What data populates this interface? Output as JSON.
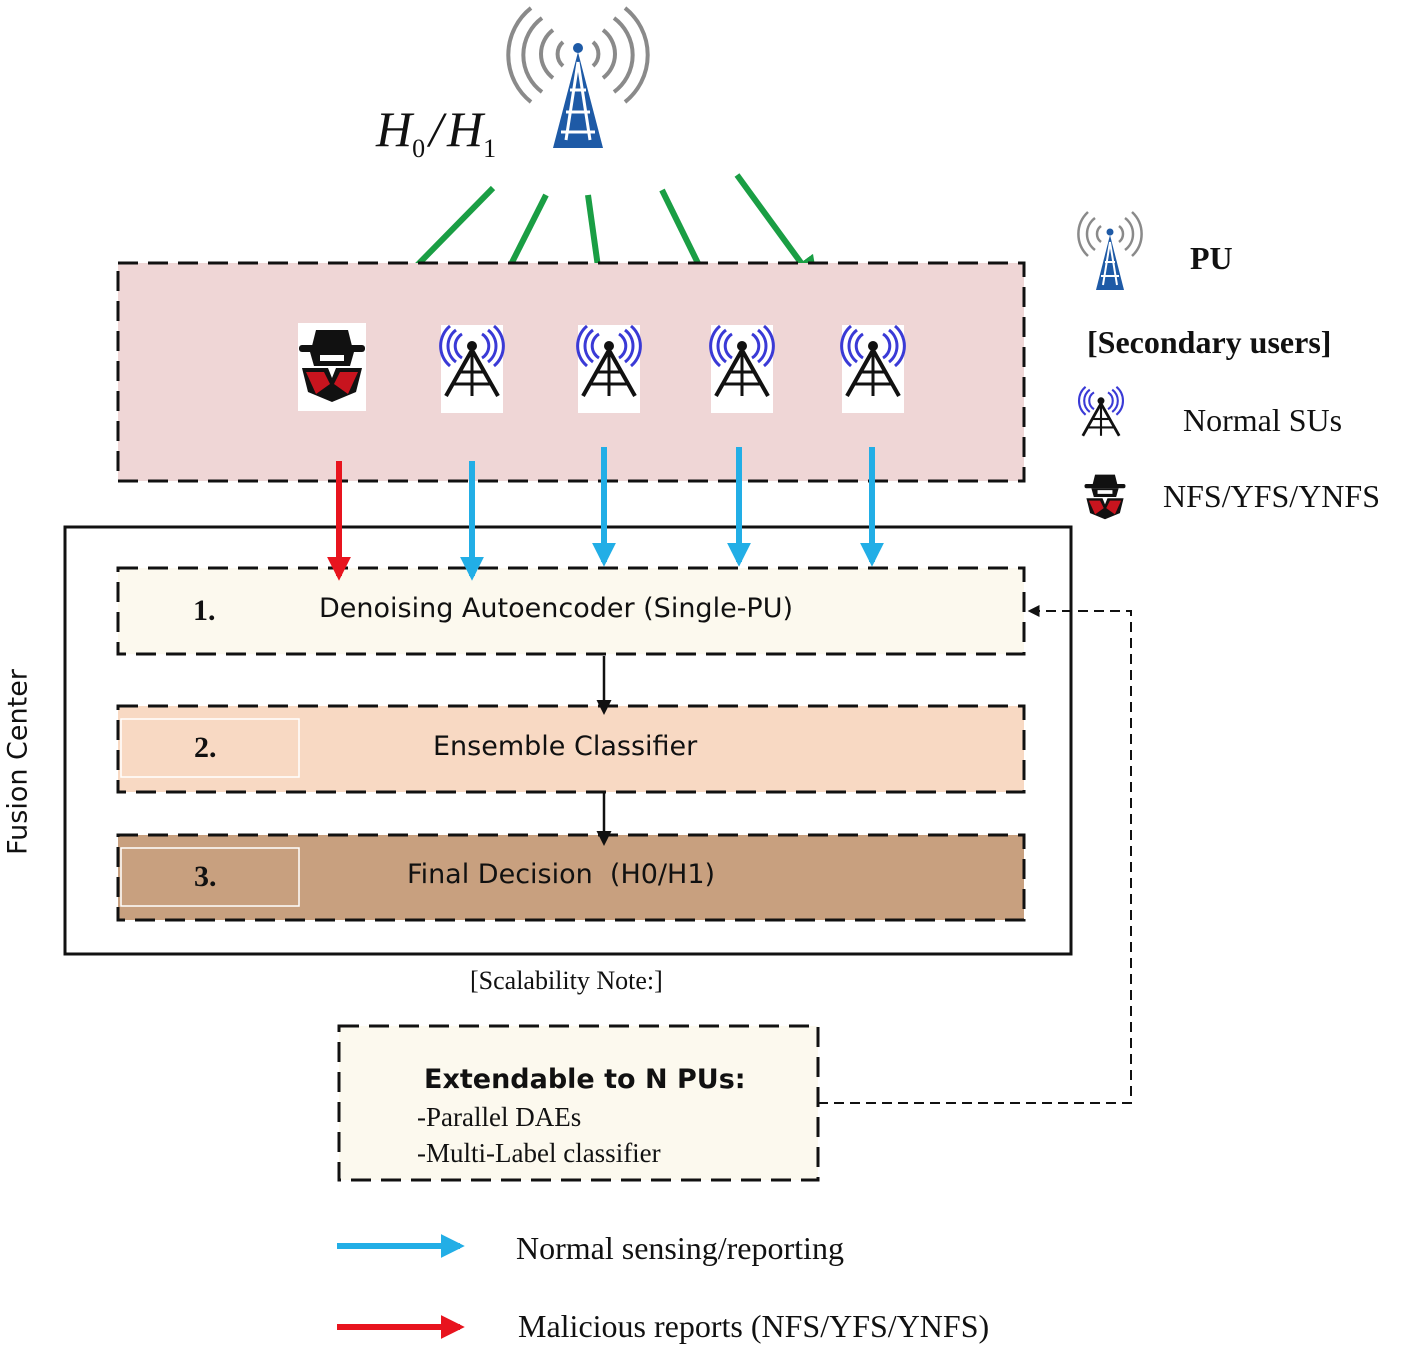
{
  "hypothesis": {
    "h": "H",
    "sub0": "0",
    "slash": "/",
    "sub1": "1"
  },
  "legend": {
    "pu_label": "PU",
    "secondary_header": "[Secondary users]",
    "normal_label": "Normal SUs",
    "malicious_label": "NFS/YFS/YNFS",
    "normal_arrow_label": "Normal sensing/reporting",
    "malicious_arrow_label": "Malicious reports (NFS/YFS/YNFS)"
  },
  "fusion_center": {
    "label": "Fusion Center",
    "stages": [
      {
        "number": "1.",
        "title": "Denoising Autoencoder (Single-PU)",
        "color": "#fcf9ee"
      },
      {
        "number": "2.",
        "title": "Ensemble Classifier",
        "color": "#f8d9c3"
      },
      {
        "number": "3.",
        "title": "Final Decision  (H0/H1)",
        "color": "#c8a07f"
      }
    ]
  },
  "scalability": {
    "note_label": "[Scalability Note:]",
    "title": "Extendable to N PUs:",
    "items": [
      "-Parallel DAEs",
      "-Multi-Label classifier"
    ]
  },
  "colors": {
    "sensing_arrow": "#1a9e44",
    "normal_report": "#22aee6",
    "malicious_report": "#e8141e",
    "su_region": "#efd6d6",
    "note_box": "#fcf9ee",
    "tower_blue": "#1e5aa6"
  }
}
